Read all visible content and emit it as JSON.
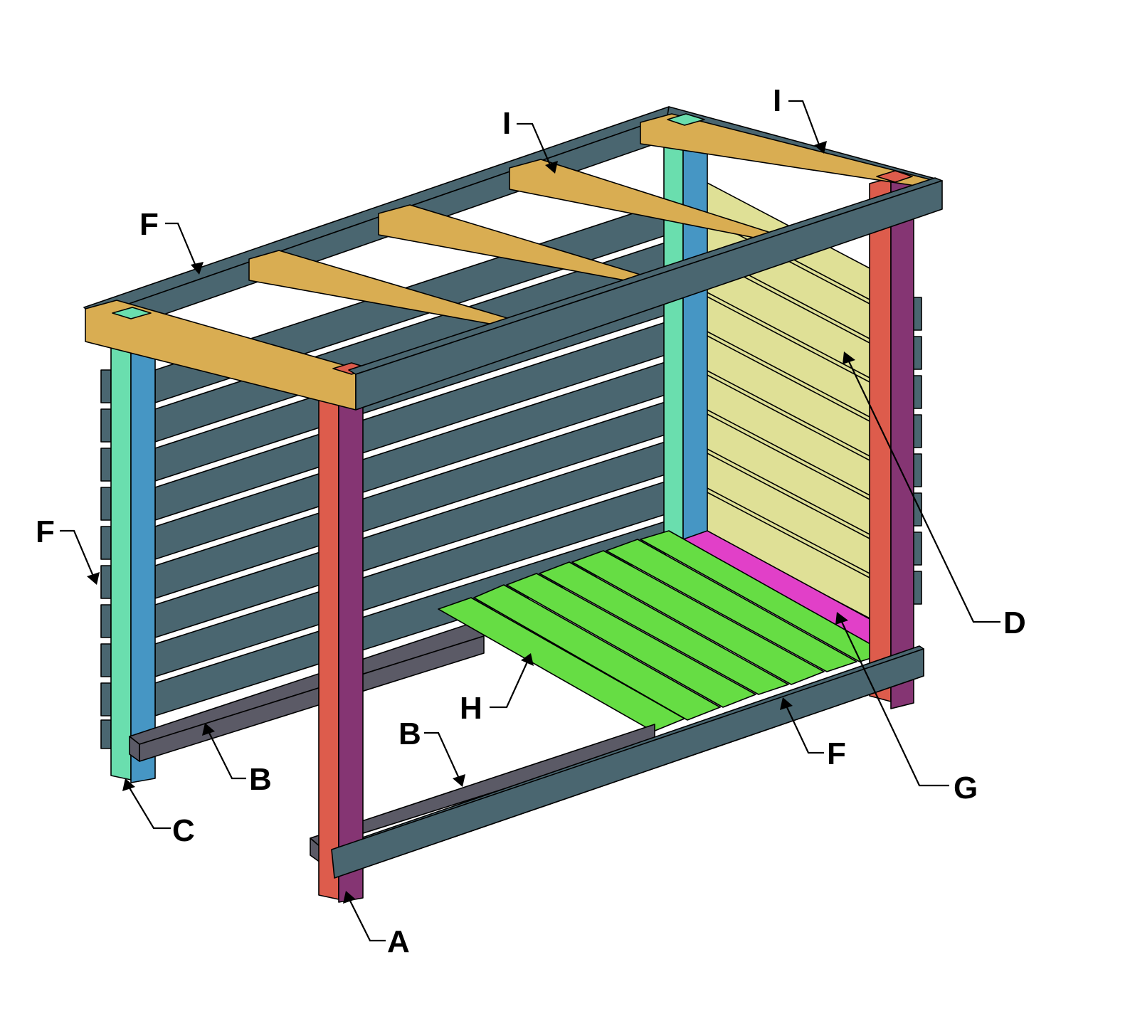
{
  "labels": {
    "a": "A",
    "b_left": "B",
    "b_front": "B",
    "c": "C",
    "d": "D",
    "f_top": "F",
    "f_side": "F",
    "f_front": "F",
    "g": "G",
    "h": "H",
    "i_mid": "I",
    "i_right": "I"
  },
  "colors": {
    "back_panel": "#4a6670",
    "end_panel": "#dfe096",
    "floor_board": "#66dd44",
    "roof_rafter": "#d9ad52",
    "post_front_red": "#dd5c4c",
    "post_front_purple": "#853573",
    "post_back_teal": "#6adeae",
    "post_back_blue": "#4696c4",
    "floor_back_magenta": "#e140c8",
    "bottom_rail_grey": "#5b5a66"
  }
}
